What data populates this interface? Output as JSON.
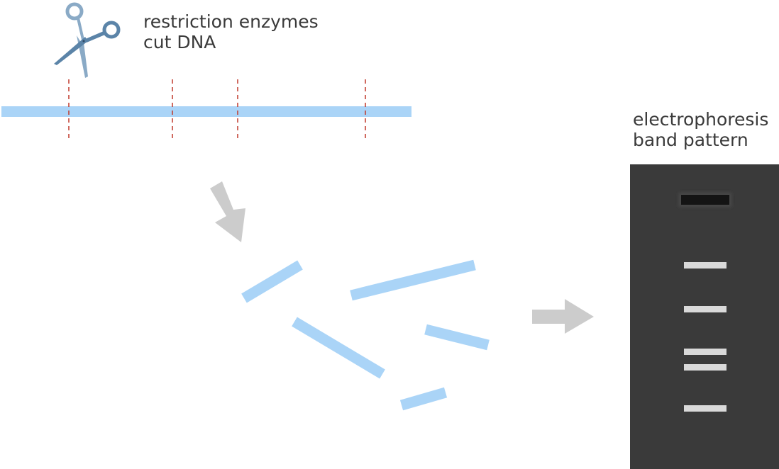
{
  "enzyme_caption": {
    "line1": "restriction enzymes",
    "line2": "cut DNA"
  },
  "gel_caption": {
    "line1": "electrophoresis",
    "line2": "band pattern"
  },
  "icons": {
    "scissors": "scissors-icon"
  },
  "colors": {
    "dna": "#aad4f7",
    "cut_line": "#c0392b",
    "arrow": "#cccccc",
    "gel": "#3a3a3a",
    "band": "#d9d9d9",
    "well": "#1a1a1a",
    "scissors": "#5b84a8",
    "text": "#3a3a3a"
  }
}
